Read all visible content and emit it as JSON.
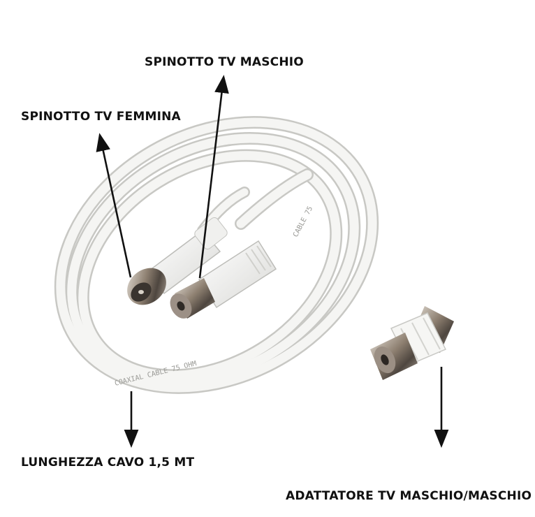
{
  "labels": {
    "male_plug": "SPINOTTO TV MASCHIO",
    "female_plug": "SPINOTTO TV FEMMINA",
    "cable_length": "LUNGHEZZA CAVO 1,5 MT",
    "adapter": "ADATTATORE TV MASCHIO/MASCHIO"
  },
  "cable_print": {
    "upper": "CABLE 75",
    "lower": "COAXIAL CABLE 75 OHM"
  },
  "colors": {
    "background": "#ffffff",
    "cable": "#f4f4f2",
    "cable_shadow": "#c9c9c6",
    "metal": "#8a7f73",
    "arrow": "#111111"
  }
}
